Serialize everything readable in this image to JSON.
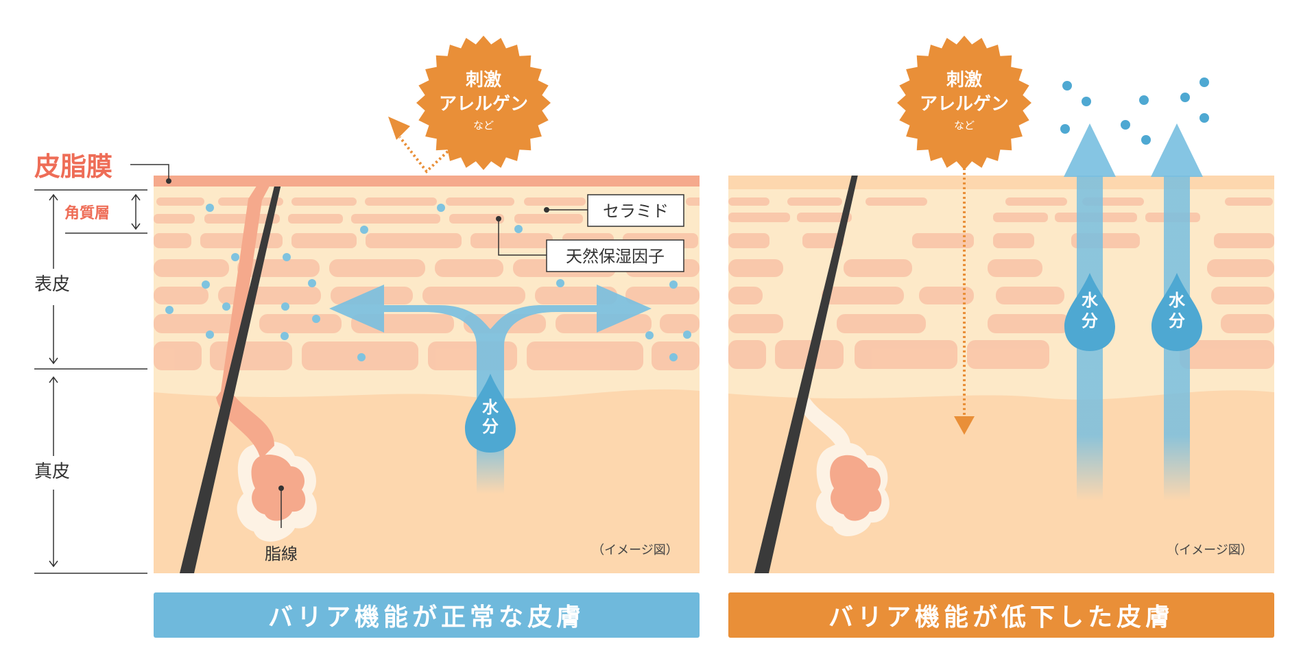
{
  "left_panel": {
    "irritant_burst": {
      "line1": "刺激",
      "line2": "アレルゲン",
      "line3": "など"
    },
    "labels": {
      "sebum_membrane": "皮脂膜",
      "stratum_corneum": "角質層",
      "epidermis": "表皮",
      "dermis": "真皮",
      "ceramide": "セラミド",
      "nmf": "天然保湿因子",
      "sebaceous_gland": "脂線",
      "image_note": "（イメージ図）"
    },
    "water_drop": {
      "line1": "水",
      "line2": "分"
    },
    "caption": "バリア機能が正常な皮膚"
  },
  "right_panel": {
    "irritant_burst": {
      "line1": "刺激",
      "line2": "アレルゲン",
      "line3": "など"
    },
    "water_drops": [
      {
        "line1": "水",
        "line2": "分"
      },
      {
        "line1": "水",
        "line2": "分"
      }
    ],
    "image_note": "（イメージ図）",
    "caption": "バリア機能が低下した皮膚"
  },
  "colors": {
    "sebum_membrane": "#f5a98c",
    "label_red": "#ee6d57",
    "skin": "#fde0bf",
    "dermis": "#fdd7ae",
    "cell": "#f9c3a6",
    "water": "#78bfe0",
    "drop": "#4ea8d2",
    "irritant": "#e98f38",
    "normal_banner": "#6fb9dc",
    "damaged_banner": "#e98f38",
    "hair": "#3a3a3a"
  }
}
